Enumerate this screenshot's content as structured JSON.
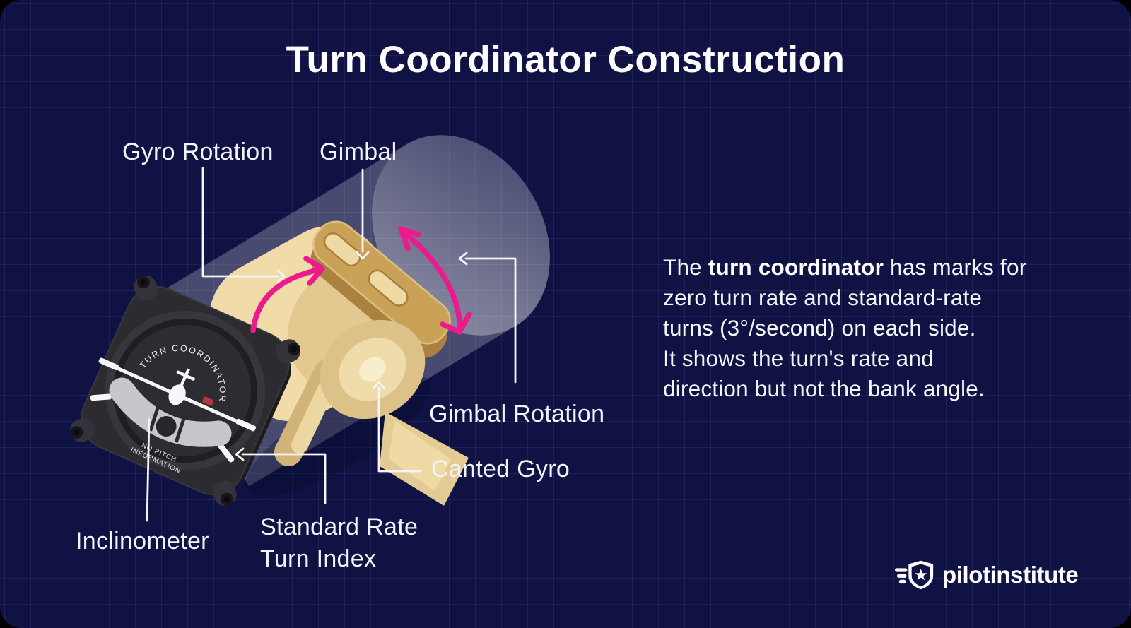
{
  "title": "Turn Coordinator Construction",
  "labels": {
    "gyro_rotation": "Gyro Rotation",
    "gimbal": "Gimbal",
    "gimbal_rotation": "Gimbal Rotation",
    "canted_gyro": "Canted Gyro",
    "standard_rate_line1": "Standard Rate",
    "standard_rate_line2": "Turn Index",
    "inclinometer": "Inclinometer"
  },
  "dial": {
    "title": "TURN COORDINATOR",
    "no_pitch_line1": "NO PITCH",
    "no_pitch_line2": "INFORMATION"
  },
  "description": {
    "prefix": "The ",
    "bold": "turn coordinator",
    "line1_rest": " has marks for",
    "line2": "zero turn rate and standard-rate",
    "line3": "turns (3°/second) on each side.",
    "line4": "It shows the turn's rate and",
    "line5": "direction but not the bank angle."
  },
  "logo": {
    "text": "pilotinstitute"
  },
  "colors": {
    "background_navy": "#0F1243",
    "accent_pink": "#EB1B8D",
    "rotor_tan": "#F1DCA9",
    "gimbal_gold": "#C9A157",
    "case_black": "#2B2B30",
    "glass_white": "rgba(255,255,255,0.24)",
    "text_white": "#F2F4F9",
    "red_mark": "#B7343A"
  }
}
